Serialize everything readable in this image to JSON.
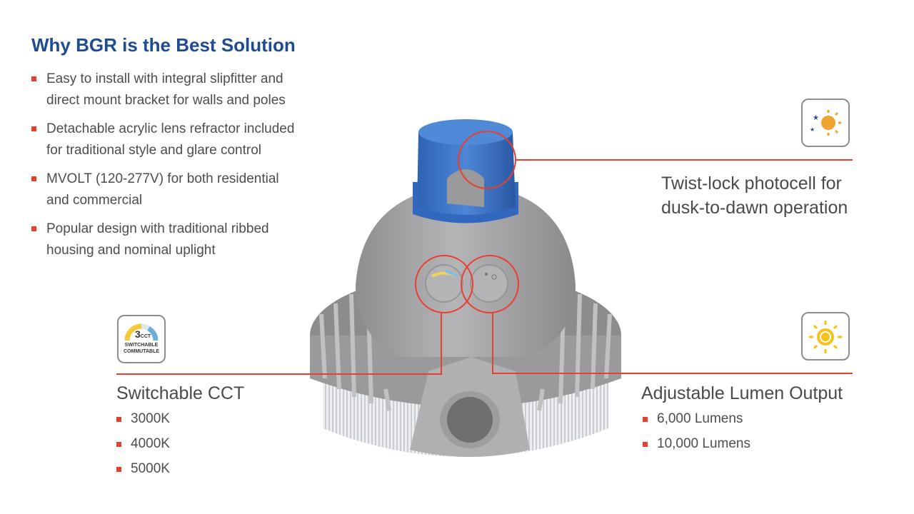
{
  "heading": "Why BGR is the Best Solution",
  "bullets": [
    {
      "line1": "Easy to install with integral slipfitter and",
      "line2": "direct mount bracket for walls and poles"
    },
    {
      "line1": "Detachable acrylic lens refractor included",
      "line2": "for traditional style and glare control"
    },
    {
      "line1": "MVOLT (120-277V) for both residential",
      "line2": "and commercial"
    },
    {
      "line1": "Popular design with traditional ribbed",
      "line2": "housing and nominal uplight"
    }
  ],
  "photocell": {
    "title_line1": "Twist-lock photocell for",
    "title_line2": "dusk-to-dawn operation",
    "icon": "dusk-to-dawn-icon"
  },
  "cct": {
    "title": "Switchable CCT",
    "icon": "switchable-cct-icon",
    "badge_number": "3",
    "badge_unit": "CCT",
    "badge_line1": "SWITCHABLE",
    "badge_line2": "COMMUTABLE",
    "options": [
      "3000K",
      "4000K",
      "5000K"
    ]
  },
  "lumen": {
    "title": "Adjustable Lumen Output",
    "icon": "sun-icon",
    "options": [
      "6,000 Lumens",
      "10,000 Lumens"
    ]
  },
  "colors": {
    "accent_red": "#e8402f",
    "heading_blue": "#1f4b8f",
    "photocell_blue": "#3b73c4",
    "housing_gray": "#a5a5a7"
  }
}
